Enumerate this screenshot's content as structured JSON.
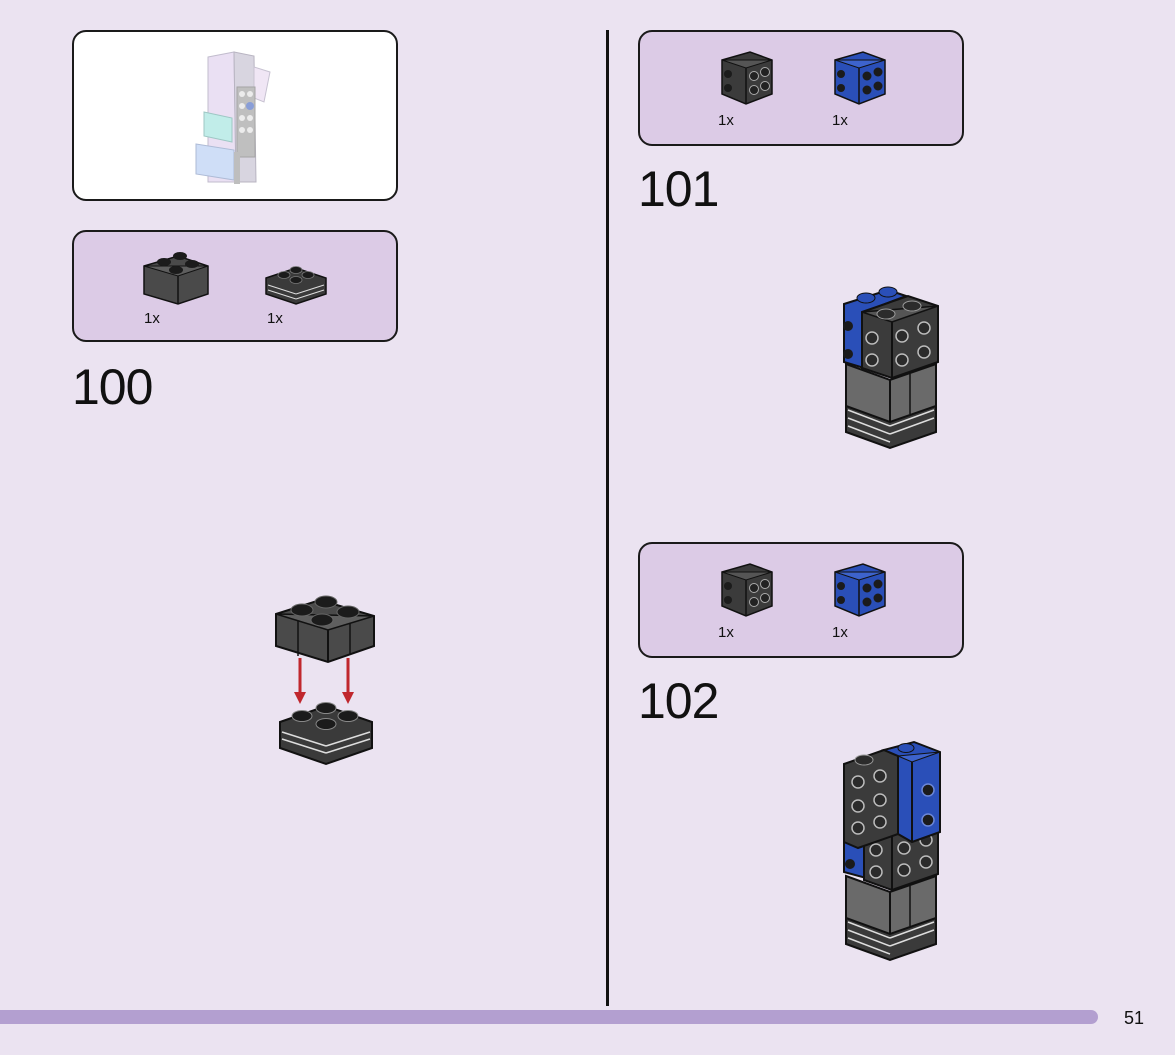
{
  "page": {
    "number": "51",
    "background": "#ebe3f1",
    "progress_color": "#b39fd0"
  },
  "colors": {
    "parts_panel_bg": "#dccbe6",
    "dark_grey": "#4a4a4a",
    "black": "#1b1b1b",
    "blue": "#2a4fb8",
    "arrow_red": "#c0272d"
  },
  "left_column": {
    "callout": {
      "icon": "subassembly-preview-image"
    },
    "step_100": {
      "number": "100",
      "parts": [
        {
          "name": "dark-grey-plate-with-studs",
          "qty": "1x"
        },
        {
          "name": "black-stacked-plate",
          "qty": "1x"
        }
      ],
      "arrows": 2
    }
  },
  "right_column": {
    "step_101": {
      "number": "101",
      "parts": [
        {
          "name": "dark-grey-brick-studs-on-sides",
          "qty": "1x"
        },
        {
          "name": "blue-brick-studs-on-sides",
          "qty": "1x"
        }
      ]
    },
    "step_102": {
      "number": "102",
      "parts": [
        {
          "name": "dark-grey-brick-studs-on-sides",
          "qty": "1x"
        },
        {
          "name": "blue-brick-studs-on-sides",
          "qty": "1x"
        }
      ]
    }
  }
}
